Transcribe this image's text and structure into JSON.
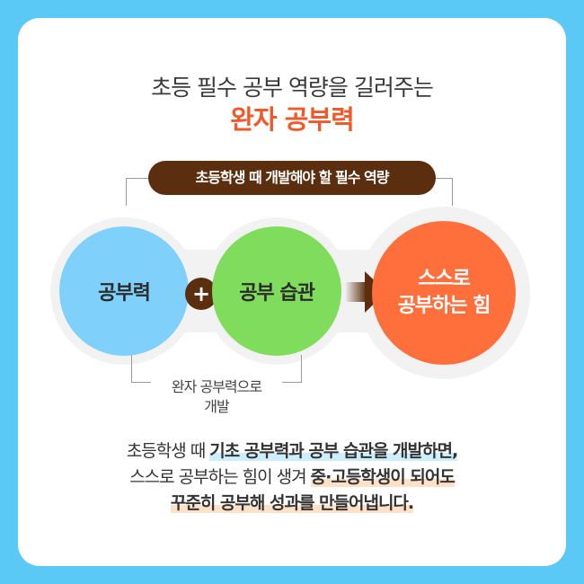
{
  "header": {
    "subtitle": "초등 필수 공부 역량을 길러주는",
    "title": "완자 공부력"
  },
  "diagram": {
    "top_label": "초등학생 때 개발해야 할 필수 역량",
    "circle_1": "공부력",
    "plus": "+",
    "circle_2": "공부 습관",
    "circle_3_line1": "스스로",
    "circle_3_line2": "공부하는 힘",
    "bottom_label_line1": "완자 공부력으로",
    "bottom_label_line2": "개발"
  },
  "body": {
    "line1_plain": "초등학생 때 ",
    "line1_bold": "기초 공부력과 공부 습관을 개발하면,",
    "line2_plain": "스스로 공부하는 힘이 생겨 ",
    "line2_bold": "중·고등학생이 되어도",
    "line3_bold": "꾸준히 공부해 성과를 만들어냅니다."
  },
  "colors": {
    "background": "#5bc9f5",
    "accent": "#f05a2a",
    "brown": "#5a2e0e",
    "blue_circle": "#7fd0fb",
    "green_circle": "#7fdc5d",
    "orange_circle": "#ff6f3c"
  }
}
